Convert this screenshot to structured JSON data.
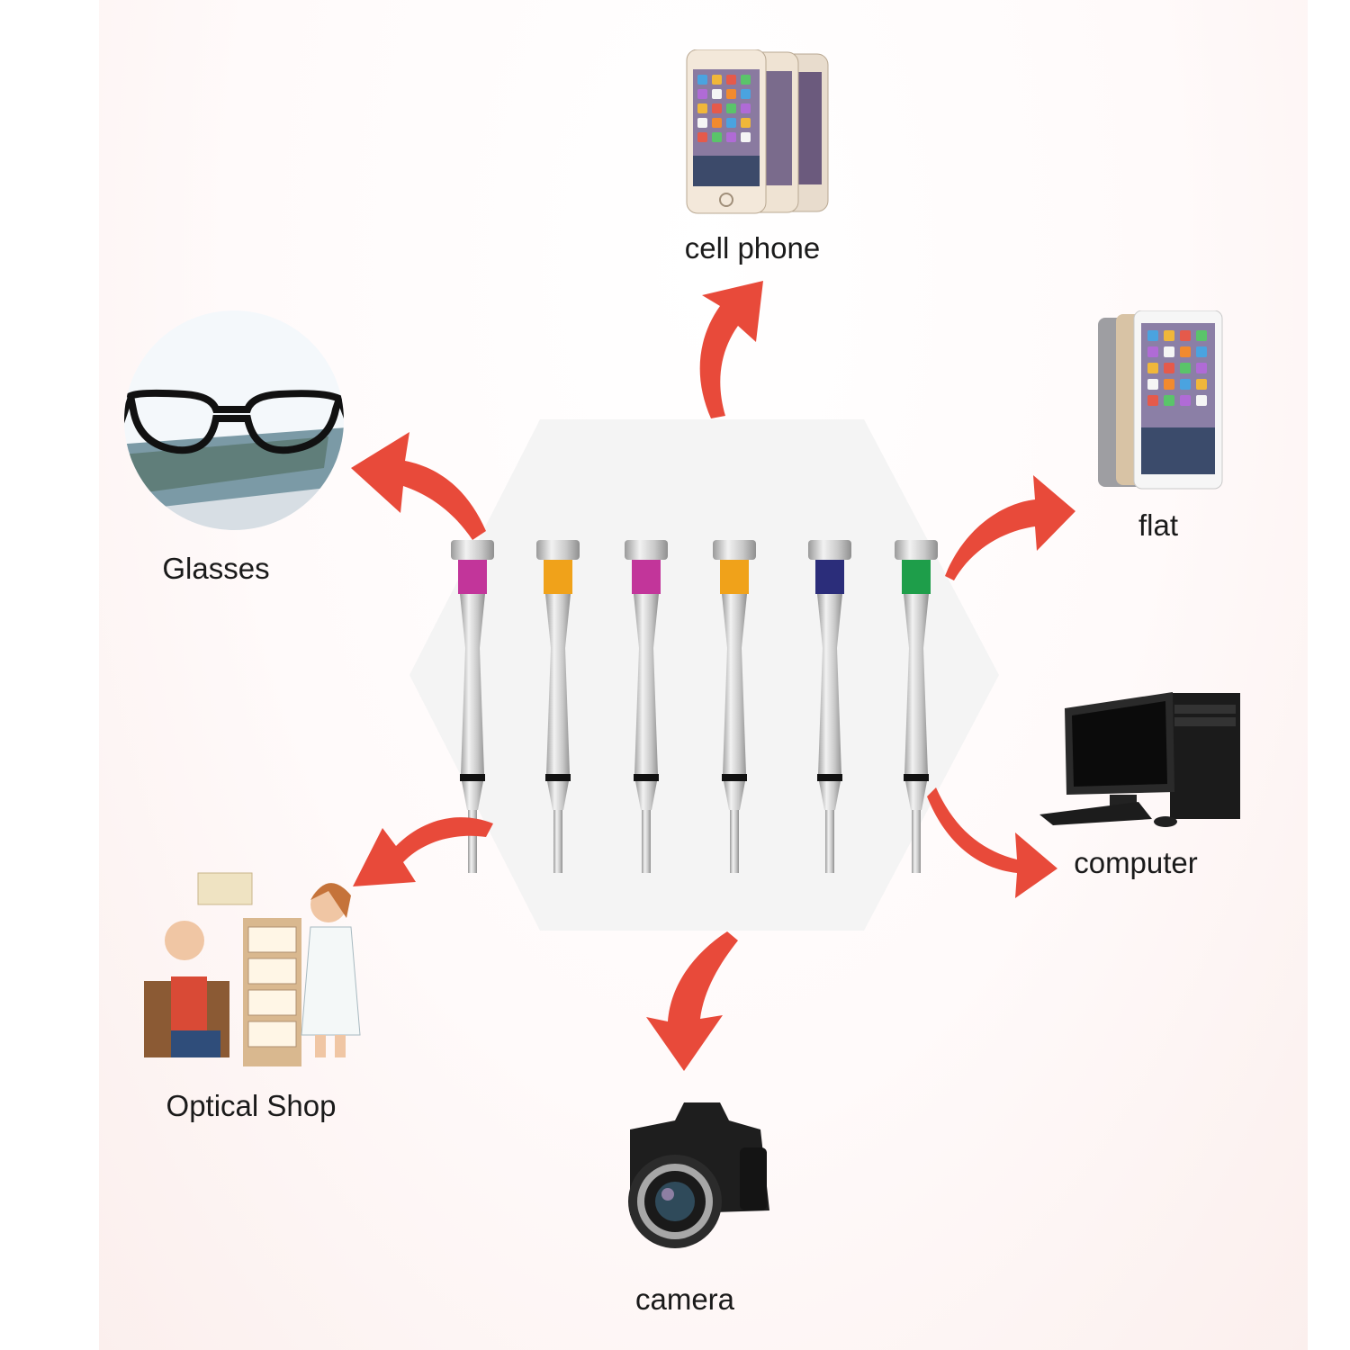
{
  "labels": {
    "cell_phone": "cell phone",
    "flat": "flat",
    "computer": "computer",
    "camera": "camera",
    "optical_shop": "Optical Shop",
    "glasses": "Glasses"
  },
  "colors": {
    "arrow": "#e84a3a",
    "hexagon_bg": "#f4f4f4",
    "magenta_band": "#c2359a",
    "yellow_band": "#f0a21a",
    "navy_band": "#2b2d7a",
    "green_band": "#1e9e4a"
  },
  "icons": [
    "cell-phone-icon",
    "tablet-icon",
    "computer-icon",
    "camera-icon",
    "optical-shop-icon",
    "glasses-icon",
    "screwdriver-icon"
  ]
}
